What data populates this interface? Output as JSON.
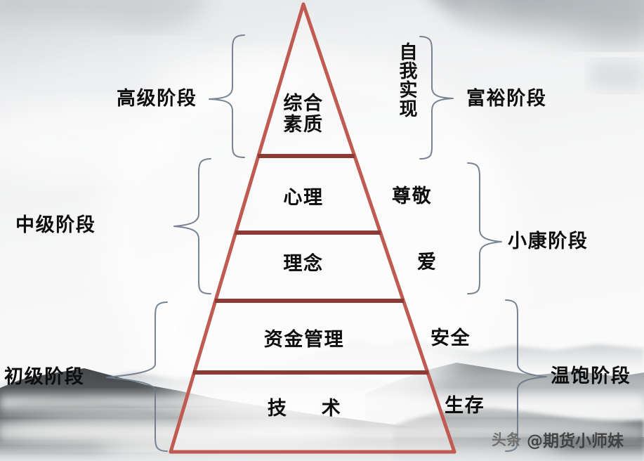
{
  "diagram": {
    "title_hidden": "",
    "colors": {
      "pyramid_outline": "#bf5b52",
      "pyramid_divider": "#8c3a33",
      "brace": "#6d7a8a",
      "text": "#0d0d0d",
      "background_light": "#f4f5f6",
      "background_dark": "#5d6165"
    },
    "pyramid": {
      "tiers": [
        {
          "id": "tier-5",
          "label": "综合\n素质",
          "line1": "综合",
          "line2": "素质"
        },
        {
          "id": "tier-4",
          "label": "心理"
        },
        {
          "id": "tier-3",
          "label": "理念"
        },
        {
          "id": "tier-2",
          "label": "资金管理"
        },
        {
          "id": "tier-1",
          "label": "技 术"
        }
      ]
    },
    "left_stages": [
      {
        "id": "advanced",
        "label": "高级阶段"
      },
      {
        "id": "intermediate",
        "label": "中级阶段"
      },
      {
        "id": "beginner",
        "label": "初级阶段"
      }
    ],
    "right_needs": [
      {
        "id": "self-actualization",
        "label": "自我实现",
        "orientation": "vertical"
      },
      {
        "id": "respect",
        "label": "尊敬",
        "orientation": "horizontal"
      },
      {
        "id": "love",
        "label": "爱",
        "orientation": "horizontal"
      },
      {
        "id": "safety",
        "label": "安全",
        "orientation": "horizontal"
      },
      {
        "id": "survival",
        "label": "生存",
        "orientation": "horizontal"
      }
    ],
    "right_stages": [
      {
        "id": "wealthy",
        "label": "富裕阶段"
      },
      {
        "id": "moderately-prosperous",
        "label": "小康阶段"
      },
      {
        "id": "subsistence",
        "label": "温饱阶段"
      }
    ],
    "watermark": {
      "badge": "头条",
      "handle": "@期货小师妹"
    }
  }
}
